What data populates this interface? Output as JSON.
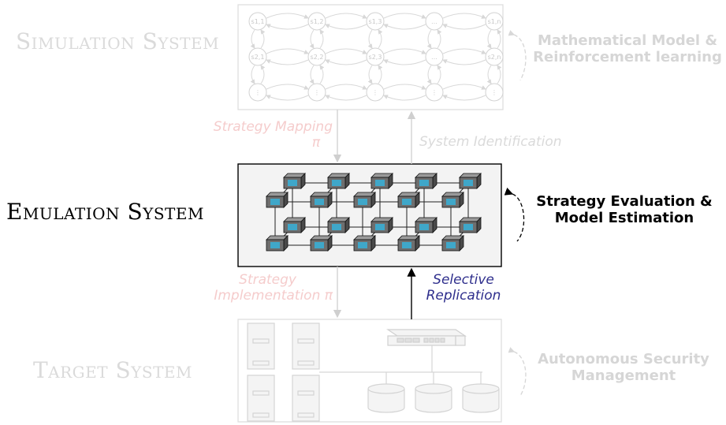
{
  "systems": {
    "simulation": "Simulation System",
    "emulation": "Emulation System",
    "target": "Target System"
  },
  "side_labels": {
    "simulation": [
      "Mathematical Model &",
      "Reinforcement learning"
    ],
    "emulation": [
      "Strategy Evaluation &",
      "Model Estimation"
    ],
    "target": [
      "Autonomous Security",
      "Management"
    ]
  },
  "arrows": {
    "strategy_mapping": [
      "Strategy Mapping",
      "π"
    ],
    "system_identification": "System Identification",
    "strategy_implementation": [
      "Strategy",
      "Implementation π"
    ],
    "selective_replication": [
      "Selective",
      "Replication"
    ]
  },
  "mdp": {
    "states": [
      [
        "s1,1",
        "s1,2",
        "s1,3",
        "…",
        "s1,n"
      ],
      [
        "s2,1",
        "s2,2",
        "s2,3",
        "…",
        "s2,n"
      ],
      [
        "⋮",
        "⋮",
        "⋮",
        "⋮",
        "⋮"
      ]
    ]
  },
  "colors": {
    "faded_text": "#dadada",
    "pink_arrow_text": "#f5cccc",
    "blue_arrow_text": "#2e2e8c",
    "emulation_fill": "#f3f3f3"
  }
}
